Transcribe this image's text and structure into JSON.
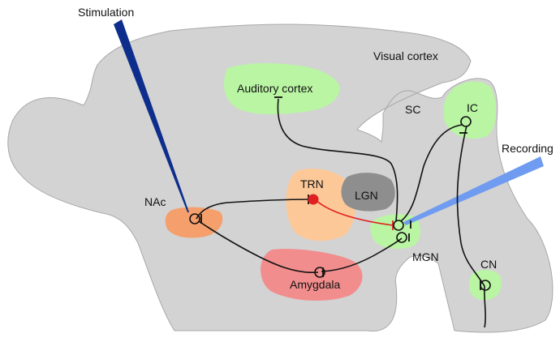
{
  "labels": {
    "stimulation": "Stimulation",
    "recording": "Recording",
    "visual_cortex": "Visual cortex",
    "auditory_cortex": "Auditory cortex",
    "sc": "SC",
    "ic": "IC",
    "trn": "TRN",
    "lgn": "LGN",
    "nac": "NAc",
    "mgn": "MGN",
    "cn": "CN",
    "amygdala": "Amygdala"
  },
  "colors": {
    "brain": "#d3d3d3",
    "brain_outline": "#a8a8a8",
    "auditory_region": "#b9f5a3",
    "nac_region": "#f5a06c",
    "trn_region": "#fcc898",
    "lgn_region": "#8e8e8e",
    "amygdala_region": "#f28d8d",
    "stimulation_electrode": "#0d2e8c",
    "recording_electrode": "#6f9bf0",
    "pathway": "#111111",
    "inhibitory_pathway": "#e02020"
  }
}
